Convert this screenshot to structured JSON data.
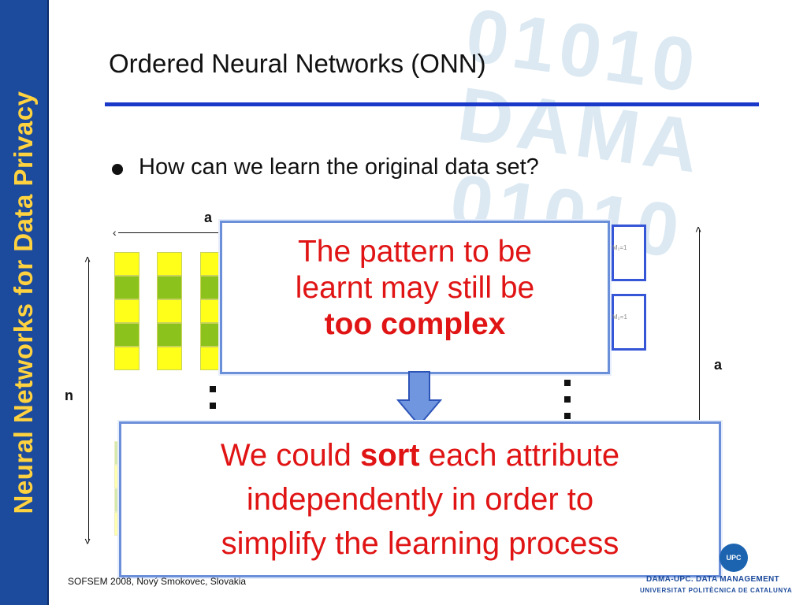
{
  "sidebar": {
    "text": "Neural Networks for Data Privacy"
  },
  "watermark": {
    "lines": [
      "01010",
      "DAMA",
      "01010"
    ]
  },
  "slide": {
    "title": "Ordered Neural Networks (ONN)",
    "bullet": "How can we learn the original data set?"
  },
  "diagram": {
    "label_a_top": "a",
    "label_a_right": "a",
    "label_n": "n",
    "net_label_1": "M₁=1",
    "net_label_2": "M₂=1"
  },
  "callout_top": {
    "line1": "The pattern to be",
    "line2": "learnt may still be",
    "line3_bold": "too complex"
  },
  "callout_bottom": {
    "prefix": "We could ",
    "bold": "sort",
    "suffix": " each attribute",
    "line2": "independently in order to",
    "line3": "simplify the learning process"
  },
  "footer": {
    "conference": "SOFSEM 2008, Nový Smokovec, Slovakia",
    "logo_badge": "UPC",
    "logo_line1": "DAMA-UPC. DATA MANAGEMENT",
    "logo_line2": "UNIVERSITAT POLITÈCNICA DE CATALUNYA"
  },
  "colors": {
    "sidebar_bg": "#1c4a9c",
    "sidebar_text": "#ffd23f",
    "title_rule": "#1b39c9",
    "callout_text": "#e01414",
    "callout_border": "#6b8fd9",
    "cell_yellow": "#ffff1a",
    "cell_green": "#8bc21b"
  }
}
